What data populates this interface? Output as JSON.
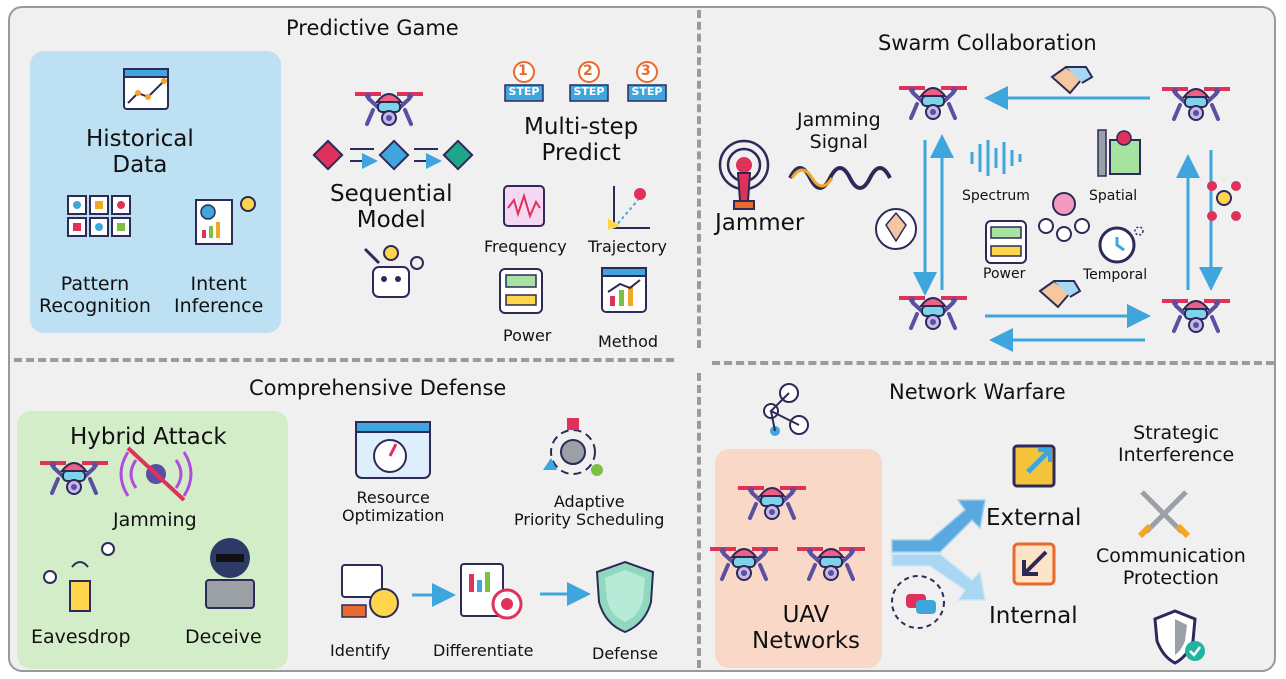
{
  "quadrants": {
    "predictive": {
      "title": "Predictive Game",
      "historical_label": "Historical\nData",
      "pattern_label": "Pattern\nRecognition",
      "intent_label": "Intent\nInference",
      "sequential_label": "Sequential\nModel",
      "steps": [
        "1",
        "2",
        "3"
      ],
      "step_word": "STEP",
      "multistep_label": "Multi-step\nPredict",
      "frequency_label": "Frequency",
      "trajectory_label": "Trajectory",
      "power_label": "Power",
      "method_label": "Method"
    },
    "swarm": {
      "title": "Swarm Collaboration",
      "jammer_label": "Jammer",
      "jamming_signal_label": "Jamming\nSignal",
      "spectrum_label": "Spectrum",
      "spatial_label": "Spatial",
      "power_label": "Power",
      "temporal_label": "Temporal"
    },
    "defense": {
      "title": "Comprehensive Defense",
      "hybrid_label": "Hybrid Attack",
      "jamming_label": "Jamming",
      "eavesdrop_label": "Eavesdrop",
      "deceive_label": "Deceive",
      "resource_label": "Resource\nOptimization",
      "adaptive_label": "Adaptive\nPriority Scheduling",
      "identify_label": "Identify",
      "differentiate_label": "Differentiate",
      "defense_label": "Defense"
    },
    "network": {
      "title": "Network Warfare",
      "uav_networks_label": "UAV\nNetworks",
      "external_label": "External",
      "internal_label": "Internal",
      "strategic_label": "Strategic\nInterference",
      "comm_label": "Communication\nProtection"
    }
  },
  "colors": {
    "frame_bg": "#f0f0f0",
    "historical_panel": "#bde0f2",
    "hybrid_panel": "#d4edc9",
    "uav_panel": "#fad8c8",
    "arrow_blue": "#3ea6dd",
    "drone_purple": "#5a4fa0"
  }
}
